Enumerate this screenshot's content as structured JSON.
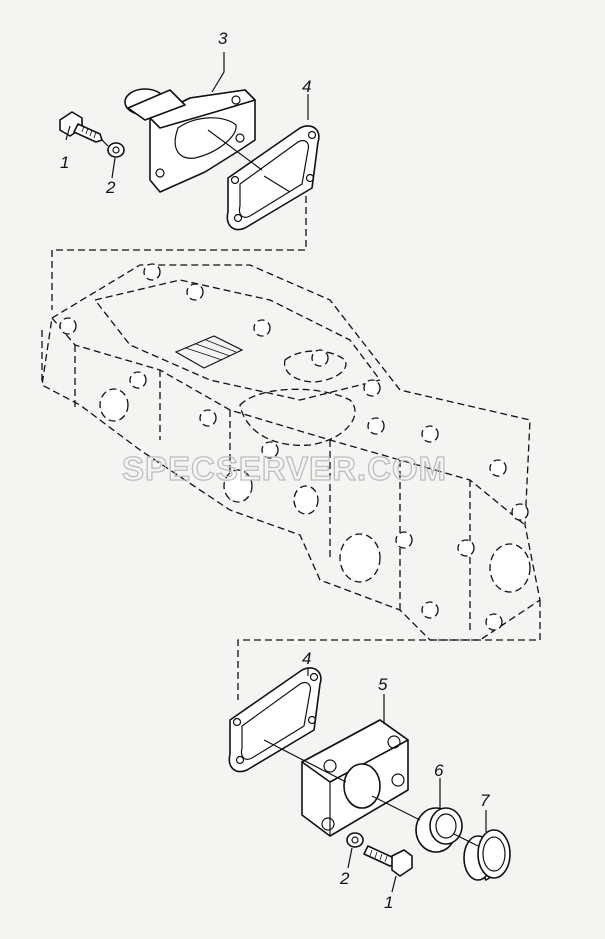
{
  "watermark": "SPECSERVER.COM",
  "callouts": {
    "bolt_top": "1",
    "washer_top": "2",
    "top_flange": "3",
    "gasket_top": "4",
    "gasket_bottom": "4",
    "cover_plate": "5",
    "seal": "6",
    "sleeve": "7",
    "washer_bottom": "2",
    "bolt_bottom": "1"
  }
}
